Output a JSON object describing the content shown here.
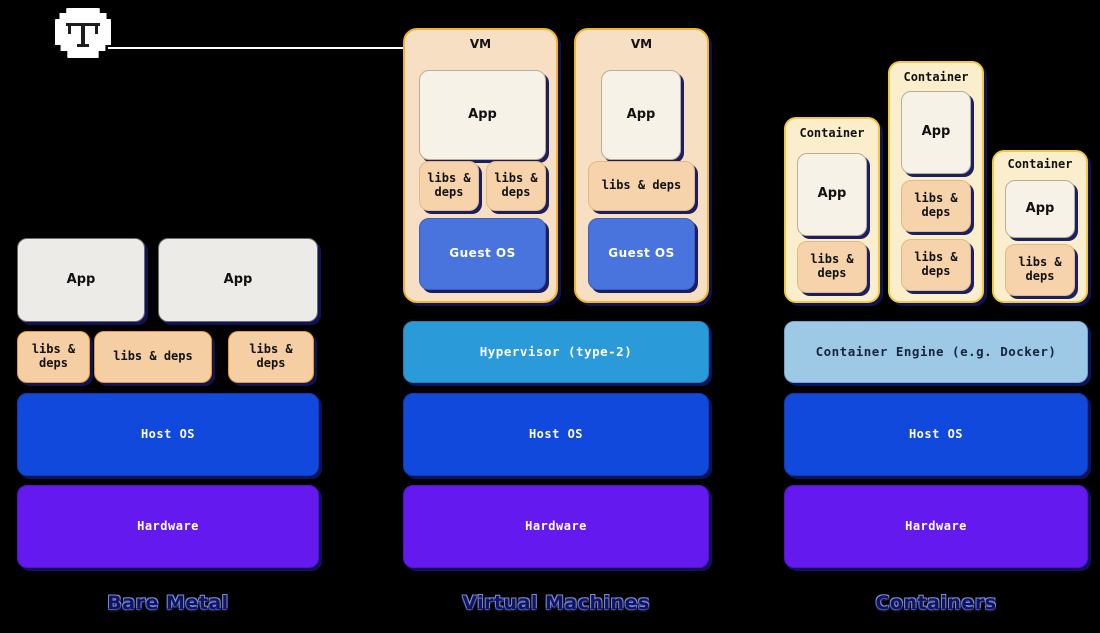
{
  "background": "#000000",
  "logo": {
    "name": "site-logo",
    "glyph": "stylised-TT-monogram",
    "disc_color": "#ffffff",
    "glyph_color": "#1d1d1d"
  },
  "palette": {
    "app": "#ecebe8",
    "app_cream": "#f7f2e7",
    "libs": "#f5cfa3",
    "libs_border": "#e8982a",
    "vm_fill": "#f6dfc2",
    "vm_border": "#f0b52a",
    "container_fill": "#fbeecd",
    "container_border": "#f0c93e",
    "guest_os": "#4a74dd",
    "hypervisor": "#2a9ad9",
    "container_engine": "#9dc9e6",
    "host_os": "#1249dd",
    "hardware": "#6419ef",
    "caption_text": "#0d1560",
    "shadow": "#10145a"
  },
  "columns": [
    {
      "id": "bare-metal",
      "caption": "Bare Metal",
      "apps": [
        {
          "label": "App"
        },
        {
          "label": "App"
        }
      ],
      "libs": [
        {
          "label": "libs &\ndeps"
        },
        {
          "label": "libs & deps"
        },
        {
          "label": "libs &\ndeps"
        }
      ],
      "layers": [
        {
          "id": "host-os",
          "label": "Host OS"
        },
        {
          "id": "hardware",
          "label": "Hardware"
        }
      ]
    },
    {
      "id": "virtual-machines",
      "caption": "Virtual Machines",
      "vms": [
        {
          "title": "VM",
          "app": "App",
          "libs": [
            "libs &\ndeps",
            "libs &\ndeps"
          ],
          "guest_os": "Guest OS"
        },
        {
          "title": "VM",
          "app": "App",
          "libs": [
            "libs & deps"
          ],
          "guest_os": "Guest OS"
        }
      ],
      "layers": [
        {
          "id": "hypervisor",
          "label": "Hypervisor (type-2)"
        },
        {
          "id": "host-os",
          "label": "Host OS"
        },
        {
          "id": "hardware",
          "label": "Hardware"
        }
      ]
    },
    {
      "id": "containers",
      "caption": "Containers",
      "containers": [
        {
          "title": "Container",
          "app": "App",
          "libs": [
            "libs &\ndeps"
          ]
        },
        {
          "title": "Container",
          "app": "App",
          "libs": [
            "libs &\ndeps",
            "libs &\ndeps"
          ]
        },
        {
          "title": "Container",
          "app": "App",
          "libs": [
            "libs &\ndeps"
          ]
        }
      ],
      "layers": [
        {
          "id": "container-engine",
          "label": "Container Engine (e.g. Docker)"
        },
        {
          "id": "host-os",
          "label": "Host OS"
        },
        {
          "id": "hardware",
          "label": "Hardware"
        }
      ]
    }
  ]
}
